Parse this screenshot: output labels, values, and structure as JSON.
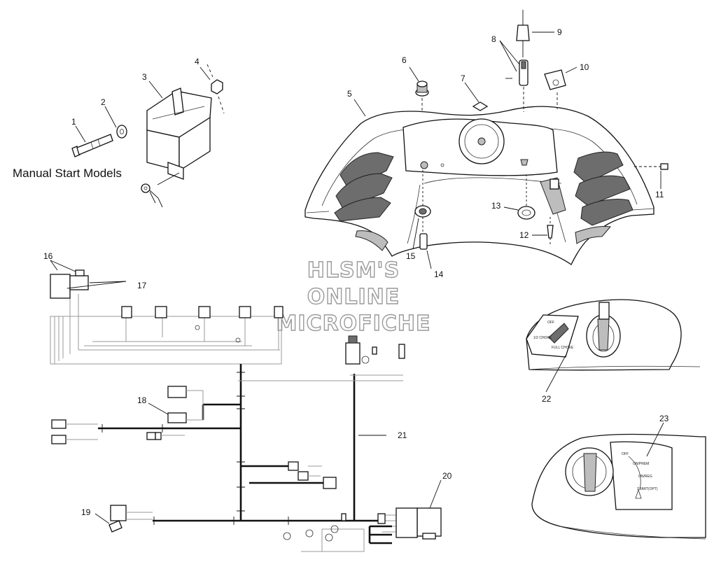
{
  "diagram": {
    "section_label": "Manual Start Models",
    "watermark": [
      "HLSM'S",
      "ONLINE",
      "MICROFICHE"
    ],
    "callouts": [
      "1",
      "2",
      "3",
      "4",
      "5",
      "6",
      "7",
      "8",
      "9",
      "10",
      "11",
      "12",
      "13",
      "14",
      "15",
      "16",
      "17",
      "18",
      "19",
      "20",
      "21",
      "22",
      "23"
    ],
    "choke_panel": {
      "labels": [
        "OFF",
        "1/2 CHOKE",
        "FULL CHOKE"
      ]
    },
    "key_switch": {
      "positions": [
        "OFF",
        "ON/PREM",
        "ON/REG",
        "START(OPT)"
      ]
    }
  }
}
